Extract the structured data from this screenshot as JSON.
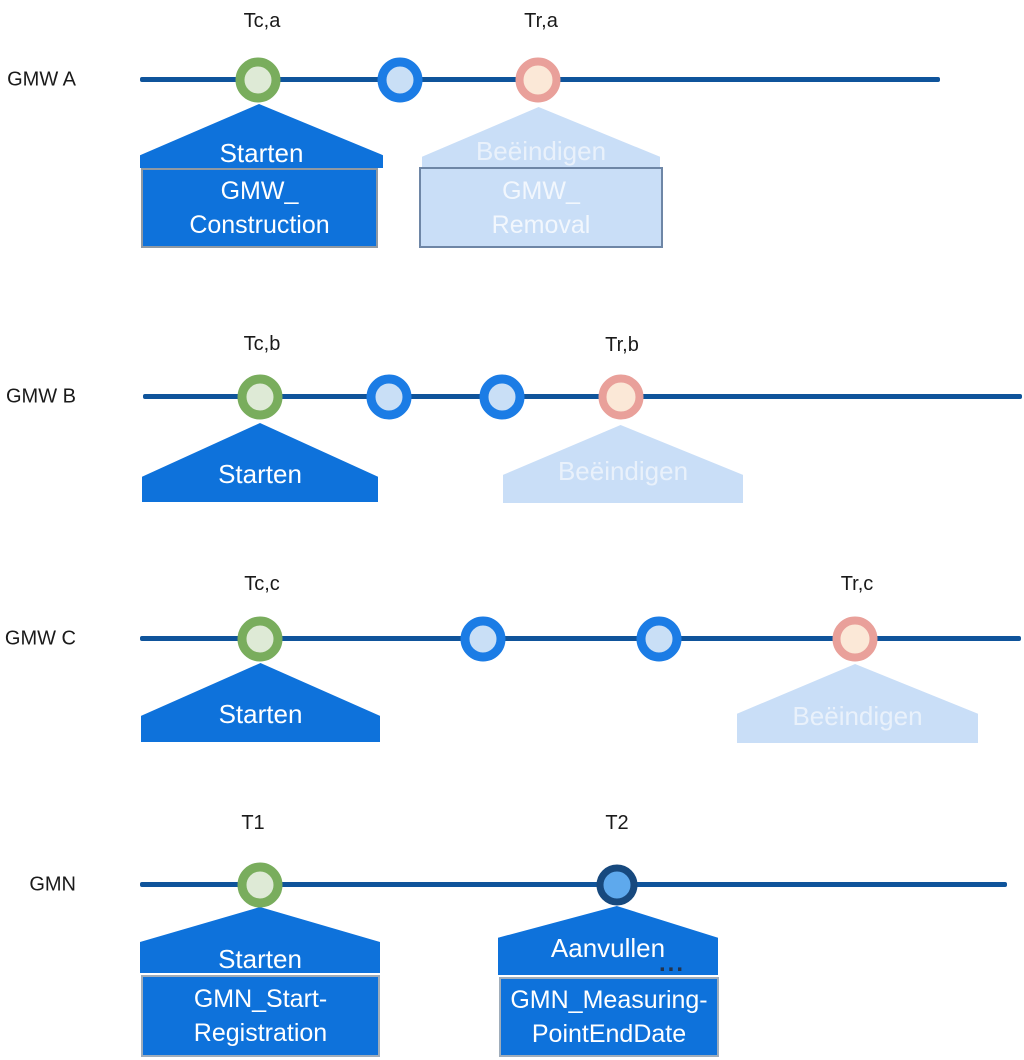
{
  "diagram": {
    "description_colors": {
      "timeline": "#0F549B",
      "start_event_border": "#79AD5D",
      "start_event_fill": "#DEEAD6",
      "intermediate_event_border": "#1B7CE5",
      "intermediate_event_fill": "#C9DFF6",
      "end_event_border": "#E9A09A",
      "end_event_fill": "#FBE8D7",
      "supplement_event_border": "#17497E",
      "supplement_event_fill": "#5EA9ED",
      "callout_active": "#0E72DB",
      "callout_inactive": "#C9DEF7"
    }
  },
  "rows": [
    {
      "label": "GMW A",
      "events": {
        "start_label": "Tc,a",
        "end_label": "Tr,a"
      },
      "callouts": {
        "start": {
          "title": "Starten",
          "box": "GMW_\nConstruction"
        },
        "end": {
          "title": "Beëindigen",
          "box": "GMW_\nRemoval"
        }
      }
    },
    {
      "label": "GMW B",
      "events": {
        "start_label": "Tc,b",
        "end_label": "Tr,b"
      },
      "callouts": {
        "start": {
          "title": "Starten"
        },
        "end": {
          "title": "Beëindigen"
        }
      }
    },
    {
      "label": "GMW C",
      "events": {
        "start_label": "Tc,c",
        "end_label": "Tr,c"
      },
      "callouts": {
        "start": {
          "title": "Starten"
        },
        "end": {
          "title": "Beëindigen"
        }
      }
    },
    {
      "label": "GMN",
      "events": {
        "start_label": "T1",
        "end_label": "T2"
      },
      "callouts": {
        "start": {
          "title": "Starten",
          "box": "GMN_Start-\nRegistration"
        },
        "end": {
          "title": "Aanvullen",
          "ellipsis": "...",
          "box": "GMN_Measuring-\nPointEndDate"
        }
      }
    }
  ]
}
